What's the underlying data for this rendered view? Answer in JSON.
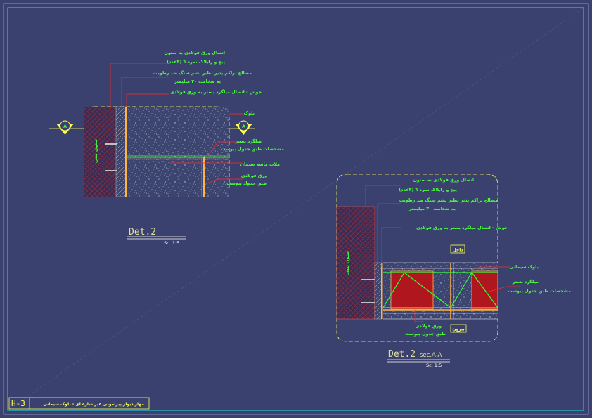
{
  "sheet": {
    "code": "H-3",
    "title": "مهار دیوار پیرامونی غیر سازه ای - بلوک سیمانی",
    "colors": {
      "background": "#3a416e",
      "frame": "#22c3cf",
      "label": "#4dff3d",
      "leader": "#ff2a2a",
      "outline": "#ffff55"
    }
  },
  "detail_plan": {
    "title": "Det.2",
    "scale": "Sc. 1:5",
    "section_marker": "A",
    "column_label": "ستون بتنی",
    "labels": [
      "اتصال ورق فولادی به ستون",
      "پیچ و رایلاک نمره ٦ (٣عدد)",
      "مصالح تراکم پذیر نظیر پشم سنگ ضد رطوبت",
      "به ضخامت ٣٠ میلیمتر",
      "جوش - اتصال میلگرد بستر به ورق فولادی",
      "بلوک",
      "میلگرد بستر",
      "مشخصات طبق جدول پیوست",
      "ملات ماسه سیمان",
      "ورق فولادی",
      "طبق جدول پیوست"
    ]
  },
  "detail_section": {
    "title": "Det.2",
    "subtitle": "sec.A-A",
    "scale": "Sc. 1:5",
    "column_label": "ستون بتنی",
    "inside_label": "داخل",
    "outside_label": "بیرون",
    "labels": [
      "اتصال ورق فولادی به ستون",
      "پیچ و رایلاک نمره ٦ (٣عدد)",
      "مصالح تراکم پذیر نظیر پشم سنگ ضد رطوبت",
      "به ضخامت ٣٠ میلیمتر",
      "جوش - اتصال میلگرد بستر به ورق فولادی",
      "بلوک سیمانی",
      "میلگرد بستر",
      "مشخصات طبق جدول پیوست",
      "ورق فولادی",
      "طبق جدول پیوست"
    ]
  }
}
